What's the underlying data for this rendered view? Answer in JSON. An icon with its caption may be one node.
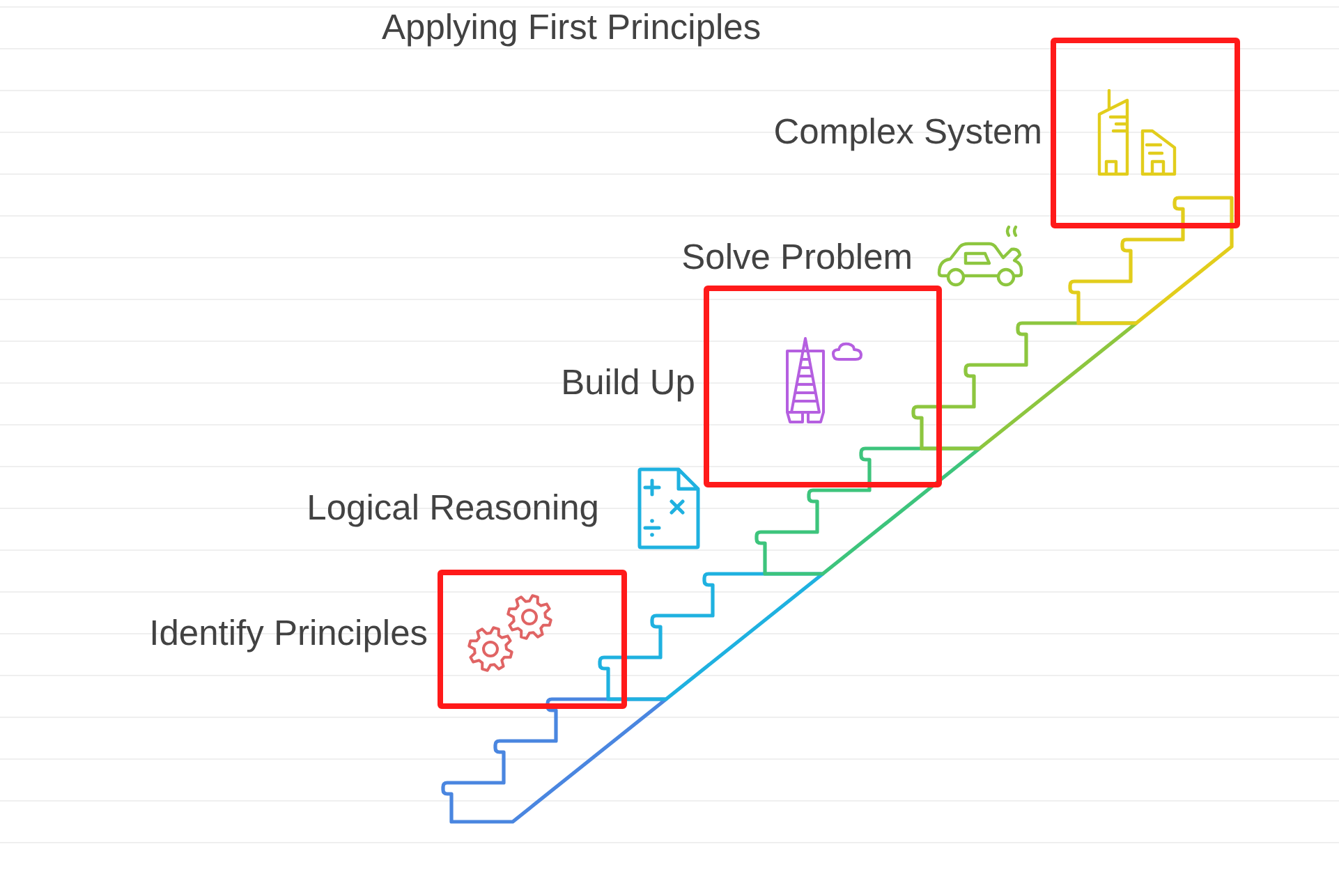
{
  "diagram": {
    "title": "Applying First Principles",
    "labels": [
      "Complex System",
      "Solve Problem",
      "Build Up",
      "Logical Reasoning",
      "Identify Principles"
    ]
  }
}
